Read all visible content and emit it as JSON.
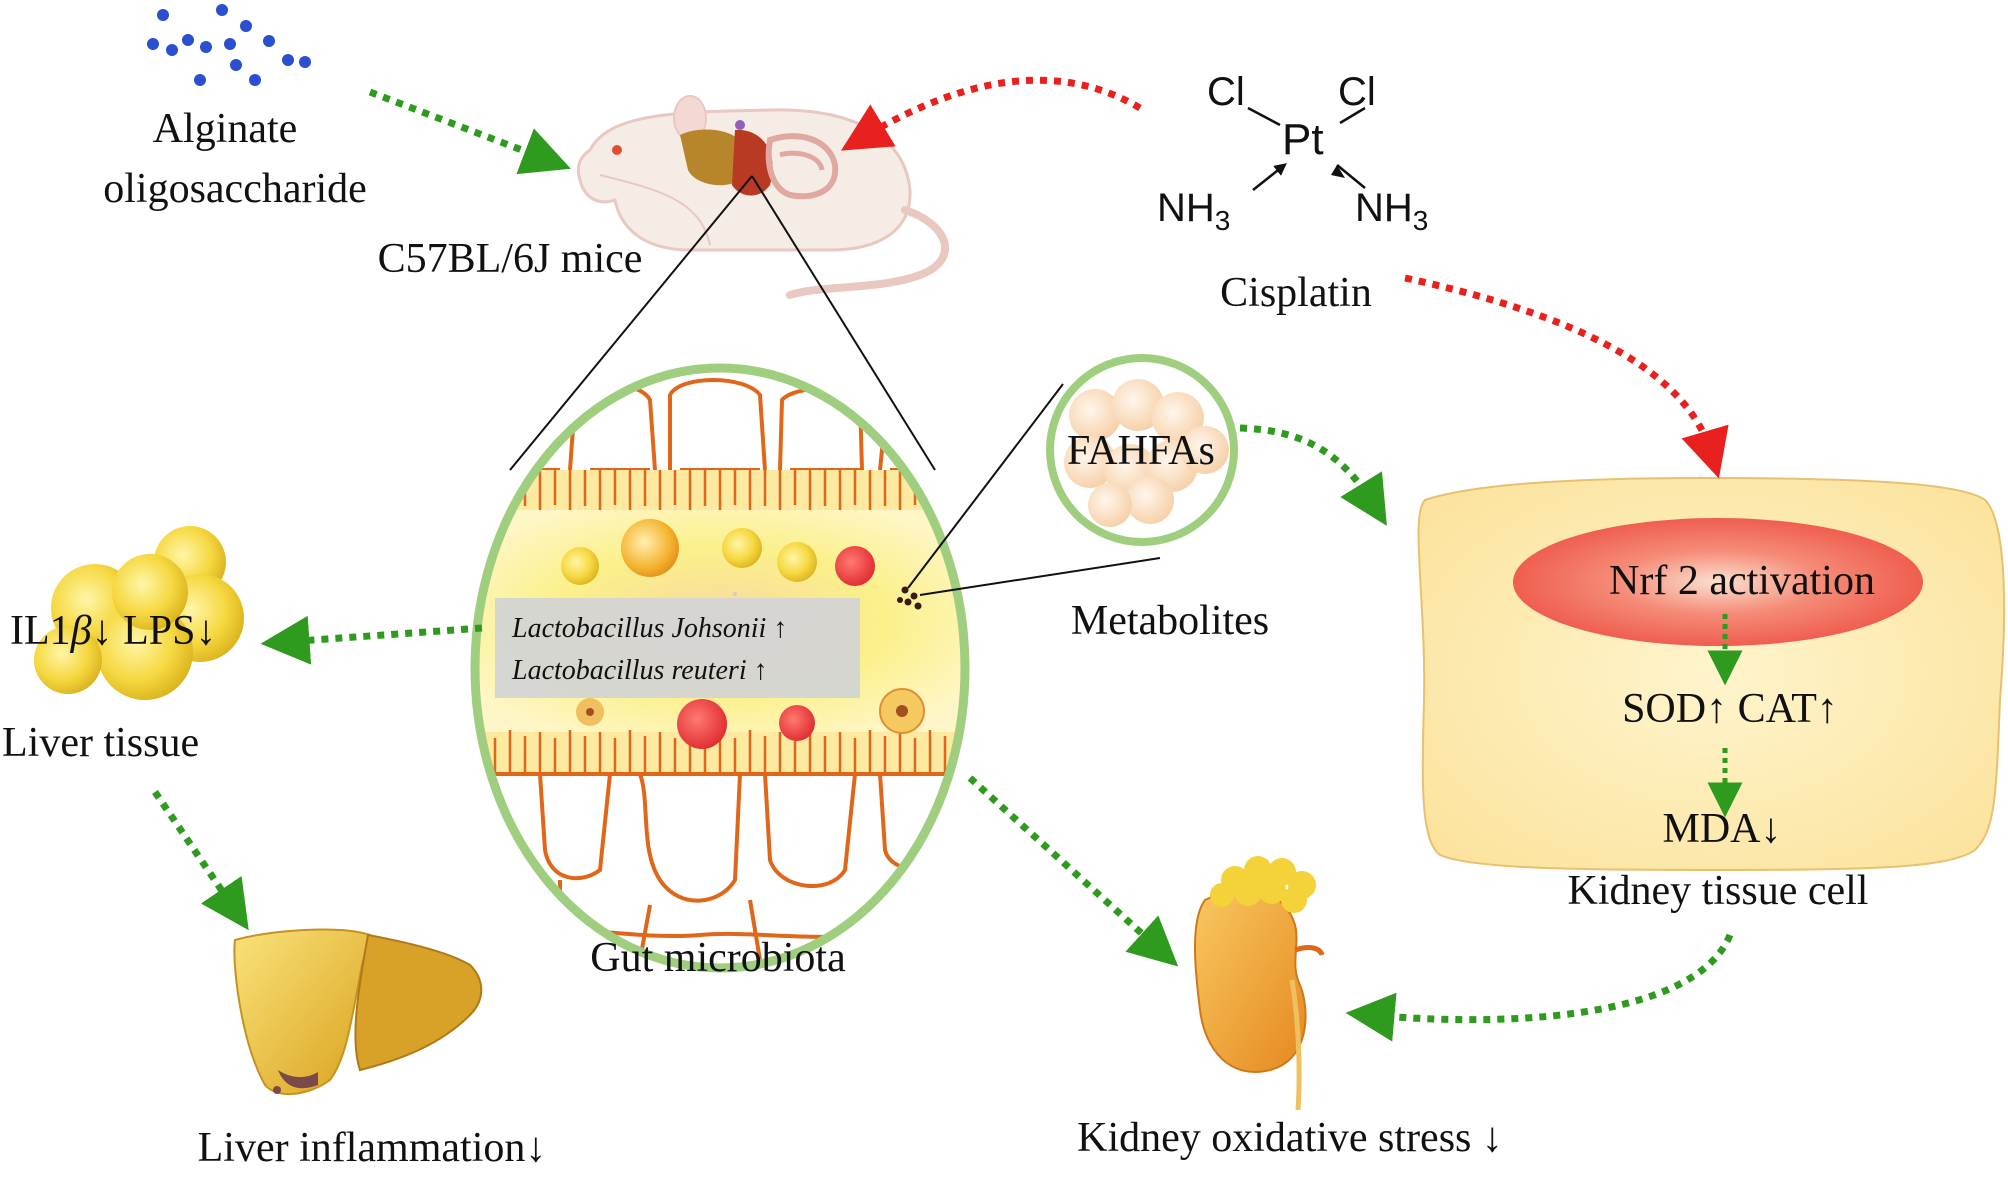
{
  "labels": {
    "alginate_line1": "Alginate",
    "alginate_line2": "oligosaccharide",
    "mice": "C57BL/6J mice",
    "cisplatin": "Cisplatin",
    "cl_left": "Cl",
    "cl_right": "Cl",
    "pt": "Pt",
    "nh3_left_base": "NH",
    "nh3_left_sub": "3",
    "nh3_right_base": "NH",
    "nh3_right_sub": "3",
    "fahfas": "FAHFAs",
    "metabolites": "Metabolites",
    "nrf2": "Nrf 2 activation",
    "sod_cat": "SOD↑ CAT↑",
    "mda": "MDA↓",
    "kidney_cell": "Kidney tissue cell",
    "il1b_pre": "IL1",
    "il1b_beta": "β",
    "il1b_post": "↓ LPS↓",
    "liver_tissue": "Liver tissue",
    "gut_microbiota": "Gut microbiota",
    "liver_inflammation": "Liver inflammation↓",
    "kidney_stress": "Kidney oxidative stress ↓",
    "lacto1_name": "Lactobacillus Johsonii",
    "lacto1_arrow": "↑",
    "lacto2_name": "Lactobacillus reuteri",
    "lacto2_arrow": "↑"
  },
  "colors": {
    "green_arrow": "#2e9a1e",
    "red_arrow": "#e8201e",
    "circle_border": "#9fce7f",
    "villi": "#e0661a",
    "cell_fill": "#fde9a8",
    "nucleus": "#f06a55",
    "liver": "#f2c246",
    "kidney": "#f0a030"
  }
}
